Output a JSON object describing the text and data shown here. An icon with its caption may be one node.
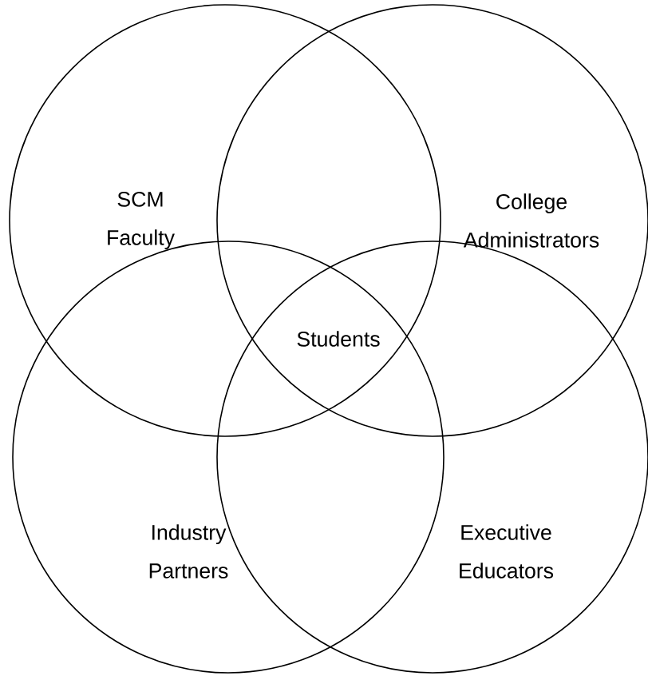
{
  "diagram": {
    "nodes": [
      {
        "text": [
          "SCM Faculty"
        ]
      },
      {
        "text": [
          "College Administrators"
        ]
      },
      {
        "text": [
          "Industry Partners"
        ]
      },
      {
        "text": [
          "Executive Educators"
        ]
      }
    ],
    "labels": [
      "Students"
    ]
  }
}
